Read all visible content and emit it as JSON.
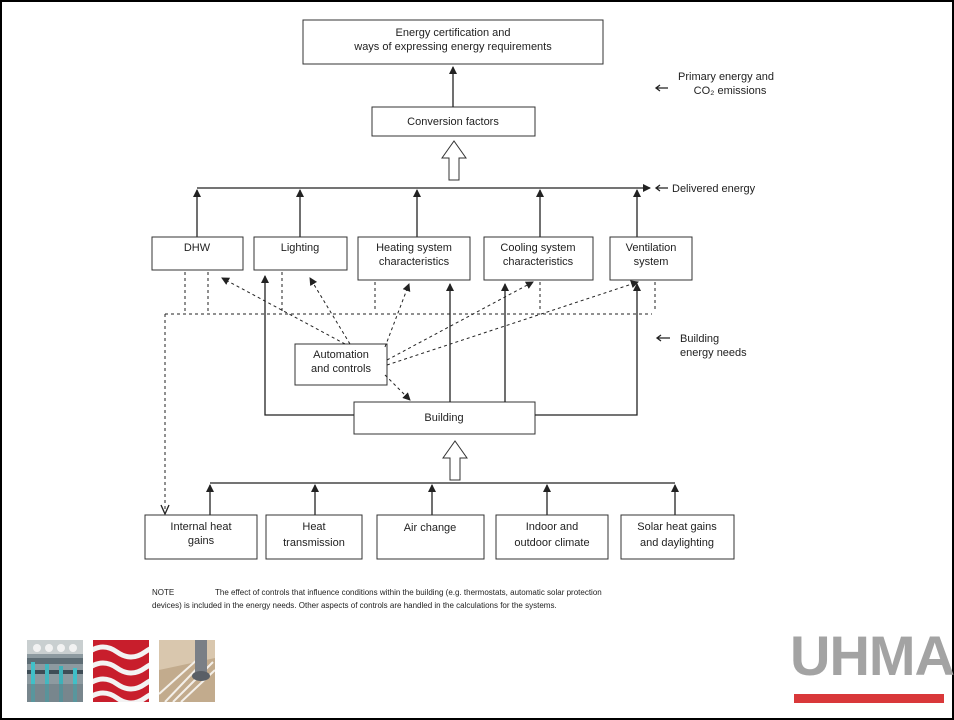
{
  "boxes": {
    "energy_certification": [
      "Energy certification and",
      "ways of expressing energy requirements"
    ],
    "conversion_factors": "Conversion factors",
    "dhw": "DHW",
    "lighting": "Lighting",
    "heating": [
      "Heating system",
      "characteristics"
    ],
    "cooling": [
      "Cooling system",
      "characteristics"
    ],
    "ventilation": [
      "Ventilation",
      "system"
    ],
    "automation": [
      "Automation",
      "and controls"
    ],
    "building": "Building",
    "internal_heat": [
      "Internal heat",
      "gains"
    ],
    "heat_transmission": [
      "Heat",
      "transmission"
    ],
    "air_change": "Air change",
    "climate": [
      "Indoor and",
      "outdoor climate"
    ],
    "solar": [
      "Solar heat gains",
      "and daylighting"
    ]
  },
  "side_labels": {
    "primary": [
      "Primary energy and",
      "CO₂ emissions"
    ],
    "delivered": "Delivered energy",
    "needs": [
      "Building",
      "energy needs"
    ]
  },
  "note": {
    "label": "NOTE",
    "line1": "The effect of controls that influence conditions within the building (e.g. thermostats, automatic solar protection",
    "line2": "devices) is included in the energy needs. Other aspects of controls are handled in the calculations for the systems."
  },
  "logo": {
    "text": "UHMA",
    "text_color": "#a3a3a3",
    "bar_color": "#d9383a"
  }
}
